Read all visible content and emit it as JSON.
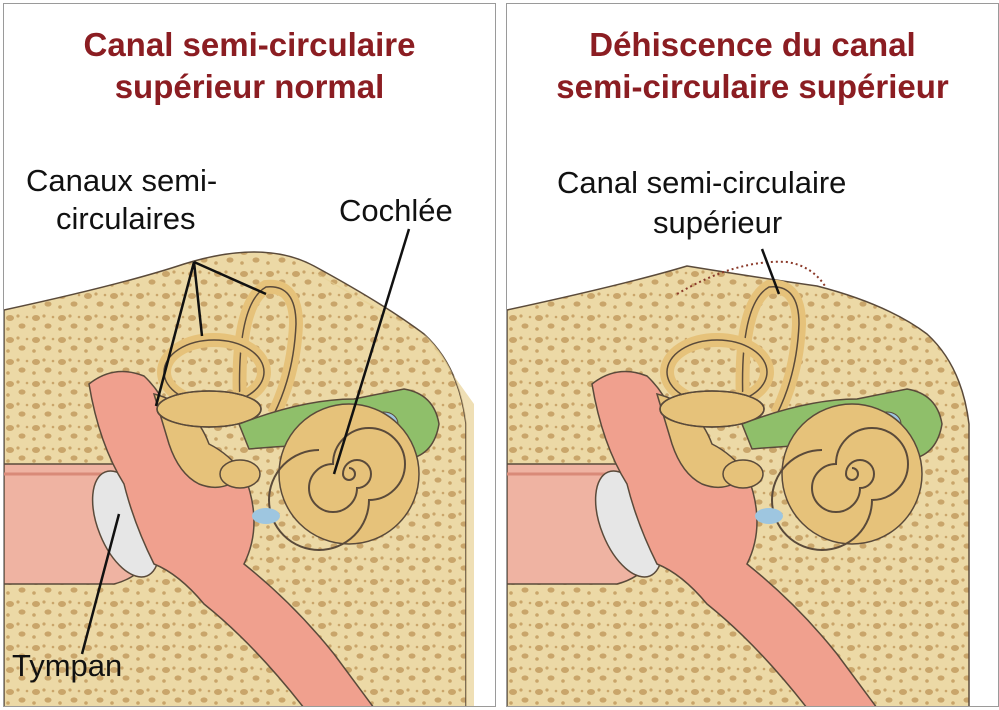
{
  "panels": [
    {
      "title_line1": "Canal semi-circulaire",
      "title_line2": "supérieur normal",
      "labels": {
        "canaux_line1": "Canaux semi-",
        "canaux_line2": "circulaires",
        "cochlee": "Cochlée",
        "tympan": "Tympan"
      }
    },
    {
      "title_line1": "Déhiscence du canal",
      "title_line2": "semi-circulaire supérieur",
      "labels": {
        "canal_line1": "Canal semi-circulaire",
        "canal_line2": "supérieur"
      }
    }
  ],
  "colors": {
    "title": "#8b1d22",
    "bone": "#ecd9a6",
    "bone_dots": "#c9a56a",
    "labyrinth": "#e6c27a",
    "nerve": "#8fbf6a",
    "tissue_pink": "#f0a08e",
    "canal_pink": "#efb3a2",
    "eardrum": "#e6e6e6",
    "outline": "#5a4a3a"
  }
}
